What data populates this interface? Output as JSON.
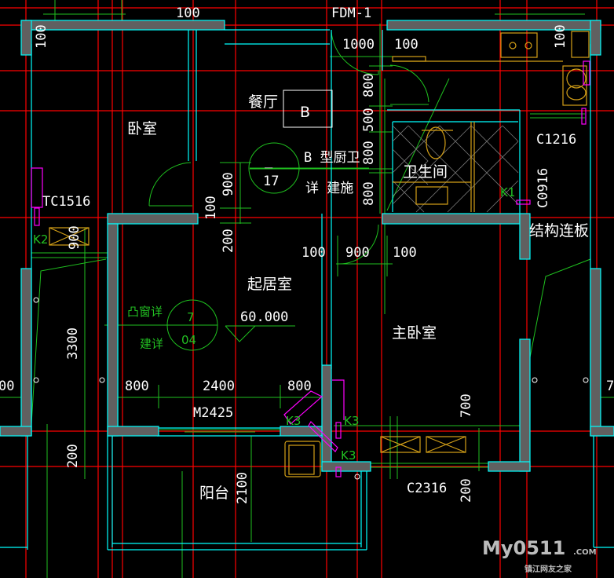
{
  "drawing": {
    "rooms": {
      "dining": "餐厅",
      "dining_tag": "B",
      "bedroom": "卧室",
      "living": "起居室",
      "master_bedroom": "主卧室",
      "bathroom": "卫生间",
      "balcony": "阳台",
      "structure_slab": "结构连板"
    },
    "notes": {
      "kitchen_bath_type": "B 型厨卫",
      "detail_build": "详  建施",
      "bay_window_detail": "凸窗详",
      "build_detail": "建详",
      "detail_circle_top": "_",
      "detail_circle_bottom": "17",
      "bay_circle_top": "7",
      "bay_circle_bottom": "04",
      "elevation": "60.000"
    },
    "tags": {
      "door_fdm": "FDM-1",
      "window_c1216": "C1216",
      "window_c0916": "C0916",
      "window_tc1516": "TC1516",
      "door_m2425": "M2425",
      "window_c2316": "C2316",
      "k1": "K1",
      "k2": "K2",
      "k3a": "K3",
      "k3b": "K3",
      "k3c": "K3"
    },
    "dims": [
      "100",
      "100",
      "1000",
      "100",
      "100",
      "800",
      "500",
      "800",
      "900",
      "800",
      "100",
      "200",
      "100",
      "900",
      "100",
      "3300",
      "800",
      "2400",
      "800",
      "700",
      "200",
      "2100",
      "200",
      "900",
      "00",
      "7"
    ]
  },
  "watermark": {
    "brand": "My0511",
    "domain": ".COM",
    "sub": "镇江网友之家"
  }
}
